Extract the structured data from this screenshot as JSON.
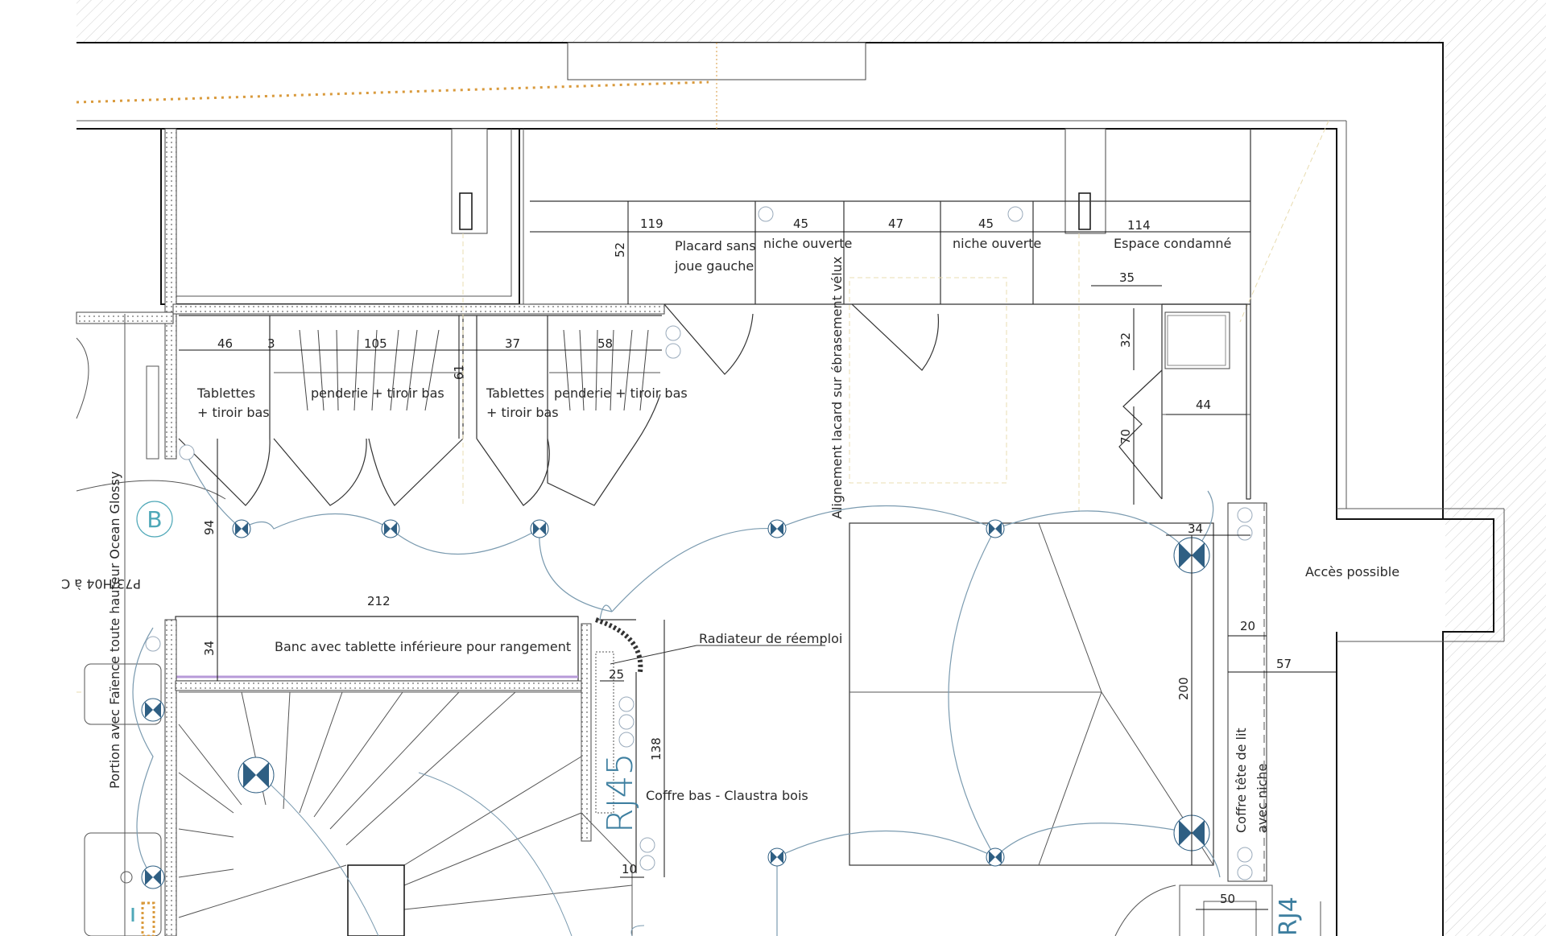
{
  "labels": {
    "placard": [
      "Placard sans",
      "joue gauche"
    ],
    "niche_left": "niche ouverte",
    "niche_right": "niche ouverte",
    "espace": "Espace condamné",
    "tablettes_left": [
      "Tablettes",
      "+ tiroir bas"
    ],
    "penderie_left": "penderie + tiroir bas",
    "tablettes_mid": [
      "Tablettes",
      "+ tiroir bas"
    ],
    "penderie_right": "penderie + tiroir bas",
    "alignement": "Alignement lacard sur ébrasement vélux",
    "banc": "Banc avec tablette inférieure pour rangement",
    "radiateur": "Radiateur de réemploi",
    "coffre_bas": "Coffre bas - Claustra bois",
    "acces": "Accès possible",
    "coffre_tete": [
      "Coffre tête de lit",
      "avec niche"
    ],
    "portion": "Portion avec Faïence toute hauteur Ocean Glossy",
    "p73": "P73/H04 à C",
    "room_b": "B",
    "room_code": "RJ45",
    "room_code_right": "RJ4"
  },
  "dimensions": {
    "d119": "119",
    "d52": "52",
    "d45a": "45",
    "d47": "47",
    "d45b": "45",
    "d114": "114",
    "d35": "35",
    "d32": "32",
    "d70": "70",
    "d44": "44",
    "d46": "46",
    "d3": "3",
    "d105": "105",
    "d61": "61",
    "d37": "37",
    "d58": "58",
    "d94": "94",
    "d212": "212",
    "d34a": "34",
    "d25": "25",
    "d138": "138",
    "d10": "10",
    "d34b": "34",
    "d20": "20",
    "d57": "57",
    "d200": "200",
    "d50": "50"
  },
  "colors": {
    "accent_blue": "#2f5f83",
    "light_blue": "#7b9bb0",
    "room_b_circle": "#4fa8b8",
    "orange_dots": "#d99a3c",
    "purple_line": "#b79ad8"
  }
}
